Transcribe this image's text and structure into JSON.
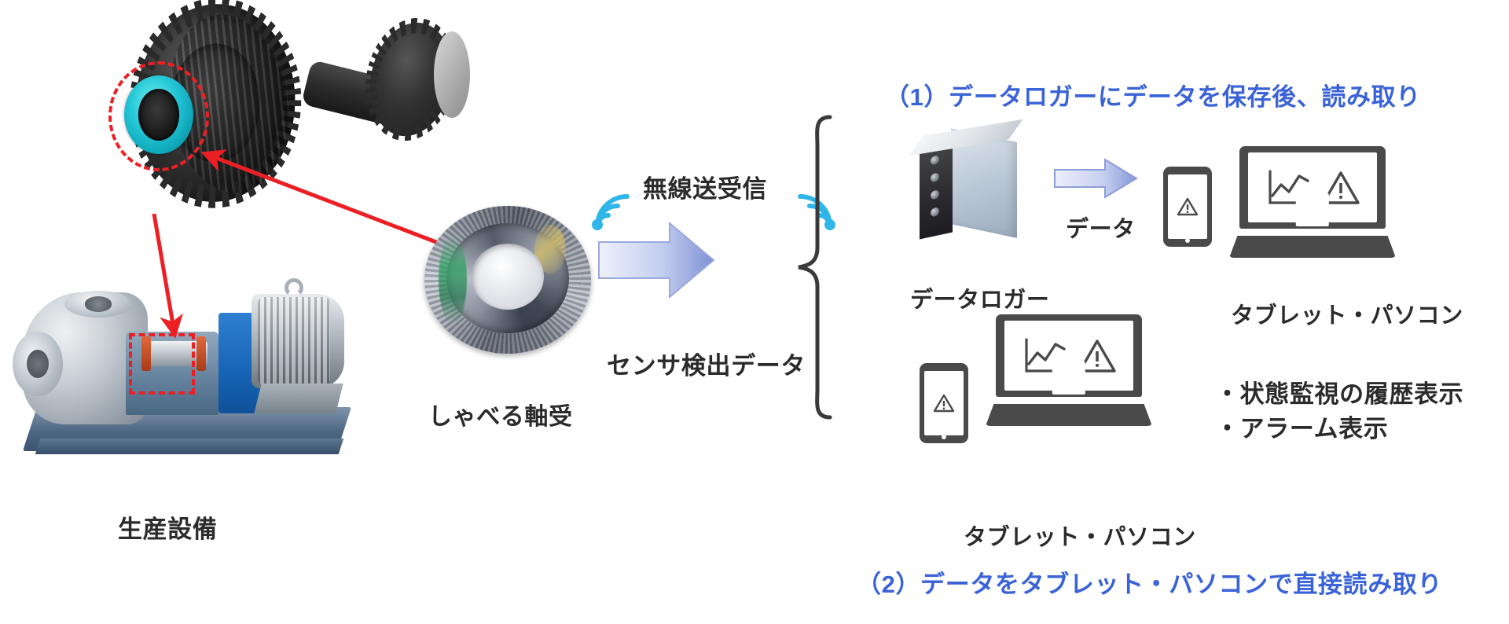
{
  "diagram": {
    "title_visible": false,
    "colors": {
      "blue_text": "#3a63d8",
      "dark_text": "#2b2b2b",
      "red_highlight": "#ec2024",
      "cyan_bearing": "#22c6d6",
      "wifi_cyan": "#2fb5e8",
      "arrow_gradient_from": "#e8ecf9",
      "arrow_gradient_to": "#7b8ed4",
      "device_dark": "#4a4a4a"
    }
  },
  "left_section": {
    "gear_assembly": {
      "name": "gear-shaft-assembly",
      "highlight_shape": "dashed-circle",
      "highlight_color": "#ec2024",
      "bearing_color": "#22c6d6"
    },
    "equipment": {
      "label": "生産設備",
      "highlight_shape": "dashed-rectangle",
      "highlight_color": "#ec2024"
    }
  },
  "bearing": {
    "label": "しゃべる軸受"
  },
  "wireless": {
    "label": "無線送受信",
    "left_icon": "wifi-signal-icon",
    "right_icon": "wifi-signal-icon"
  },
  "sensor_flow": {
    "arrow_icon": "right-arrow-icon",
    "label": "センサ検出データ"
  },
  "brace": {
    "icon": "curly-brace-icon"
  },
  "path_1": {
    "caption": "（1）データロガーにデータを保存後、読み取り",
    "data_logger": {
      "label": "データロガー",
      "icon": "data-logger-icon"
    },
    "transfer_arrow": {
      "icon": "right-arrow-icon",
      "label": "データ"
    },
    "devices": {
      "label": "タブレット・パソコン",
      "tablet_icon": "tablet-icon",
      "laptop_icon": "laptop-icon",
      "screen_icons": [
        "warning-triangle-icon",
        "line-chart-icon"
      ]
    }
  },
  "path_2": {
    "caption": "（2）データをタブレット・パソコンで直接読み取り",
    "devices": {
      "label": "タブレット・パソコン",
      "tablet_icon": "tablet-icon",
      "laptop_icon": "laptop-icon",
      "screen_icons": [
        "warning-triangle-icon",
        "line-chart-icon"
      ]
    },
    "features": [
      "・状態監視の履歴表示",
      "・アラーム表示"
    ]
  }
}
